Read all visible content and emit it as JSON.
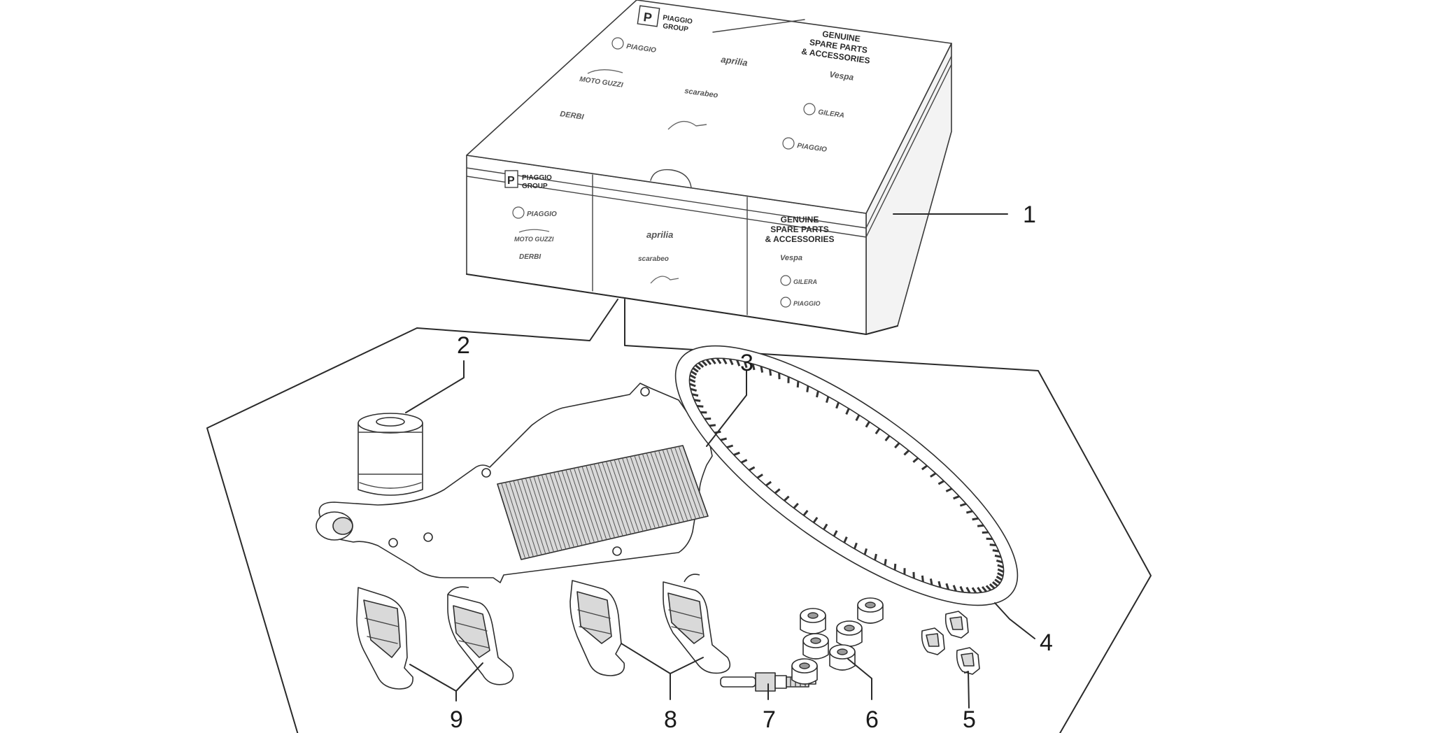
{
  "diagram": {
    "box": {
      "top_group_logo": [
        "PIAGGIO",
        "GROUP"
      ],
      "top_banner": [
        "GENUINE",
        "SPARE PARTS",
        "& ACCESSORIES"
      ],
      "side_group_logo": [
        "PIAGGIO",
        "GROUP"
      ],
      "side_banner": [
        "GENUINE",
        "SPARE PARTS",
        "& ACCESSORIES"
      ],
      "top_brands": [
        "PIAGGIO",
        "aprilia",
        "Vespa",
        "MOTO GUZZI",
        "scarabeo",
        "DERBI",
        "GILERA",
        "PIAGGIO"
      ],
      "side_brands": [
        "PIAGGIO",
        "aprilia",
        "MOTO GUZZI",
        "DERBI",
        "scarabeo",
        "Vespa",
        "GILERA",
        "PIAGGIO"
      ]
    },
    "callouts": [
      "1",
      "2",
      "3",
      "4",
      "5",
      "6",
      "7",
      "8",
      "9"
    ]
  }
}
